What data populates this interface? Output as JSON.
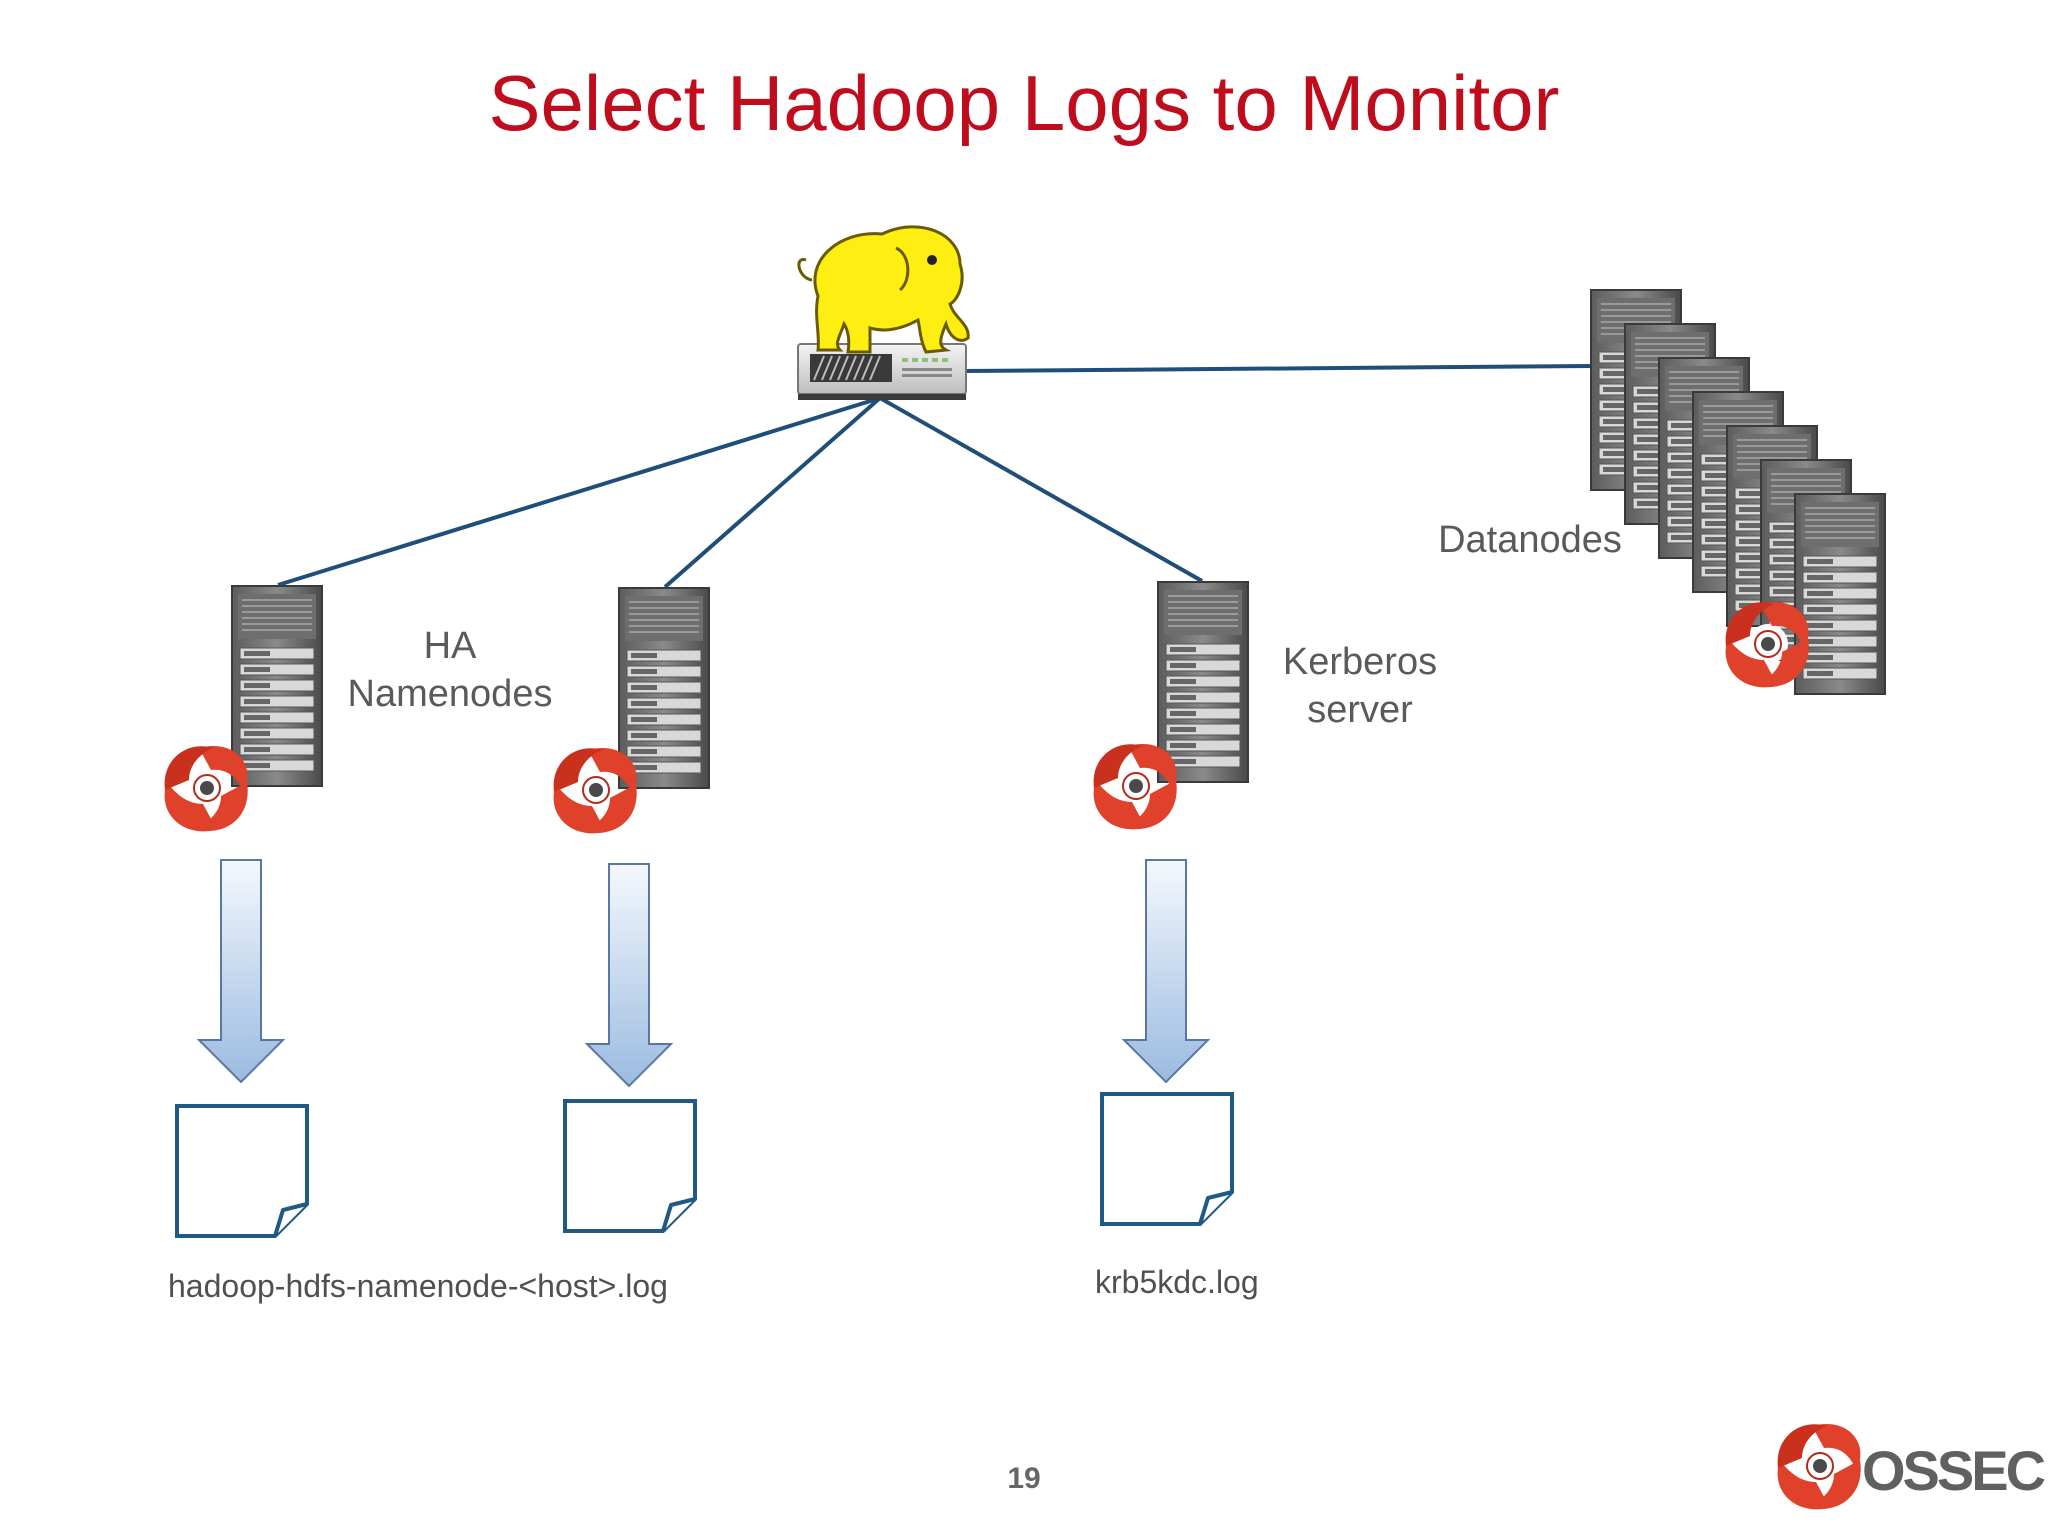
{
  "title": "Select Hadoop Logs to Monitor",
  "labels": {
    "ha_namenodes": [
      "HA",
      "Namenodes"
    ],
    "kerberos": [
      "Kerberos",
      "server"
    ],
    "datanodes": "Datanodes"
  },
  "files": {
    "namenode_log": "hadoop-hdfs-namenode-<host>.log",
    "kerberos_log": "krb5kdc.log"
  },
  "page_number": "19",
  "logo_text": "OSSEC",
  "colors": {
    "title": "#c00d1e",
    "connector": "#1f4e79",
    "file_outline": "#1f5a85",
    "ossec_red": "#e0412a",
    "elephant": "#ffee11"
  },
  "icons": [
    "hadoop-elephant-icon",
    "switch-icon",
    "server-icon",
    "ossec-agent-icon",
    "document-icon",
    "down-arrow-icon"
  ]
}
